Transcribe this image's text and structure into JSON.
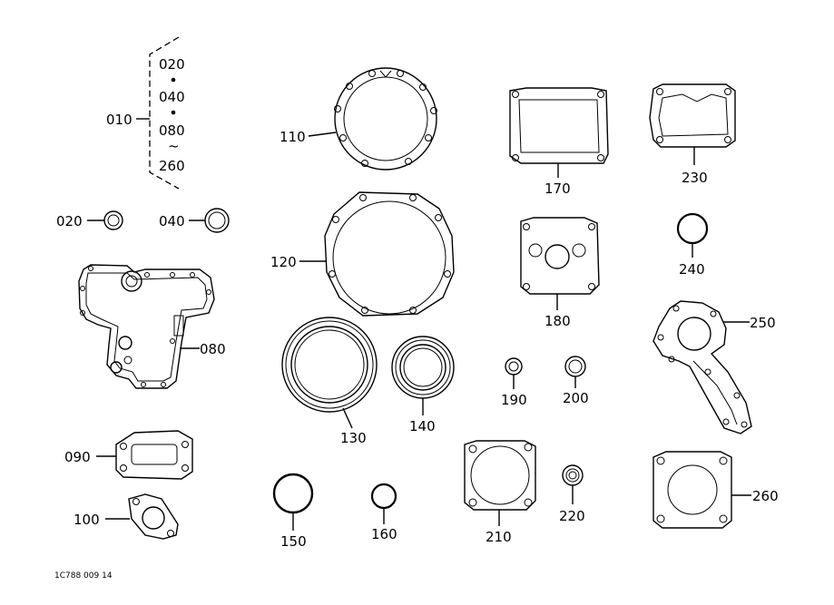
{
  "group_label": "010",
  "group_items": [
    "020",
    "040",
    "080",
    "260"
  ],
  "group_tilde": "~",
  "parts": {
    "p020": "020",
    "p040": "040",
    "p080": "080",
    "p090": "090",
    "p100": "100",
    "p110": "110",
    "p120": "120",
    "p130": "130",
    "p140": "140",
    "p150": "150",
    "p160": "160",
    "p170": "170",
    "p180": "180",
    "p190": "190",
    "p200": "200",
    "p210": "210",
    "p220": "220",
    "p230": "230",
    "p240": "240",
    "p250": "250",
    "p260": "260"
  },
  "footer_code": "1C788 009 14"
}
